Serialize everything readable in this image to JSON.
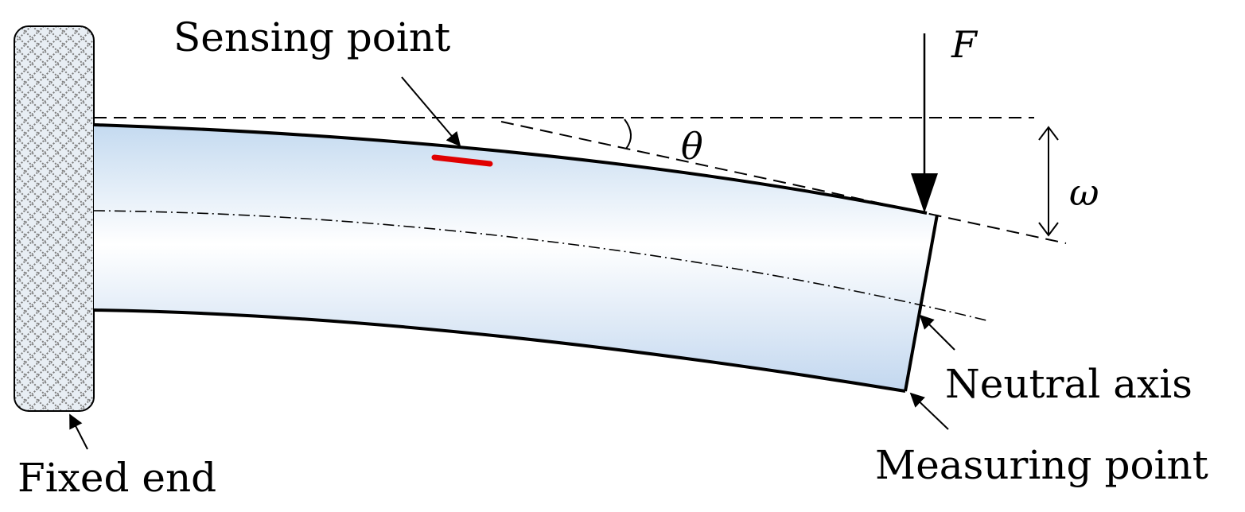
{
  "labels": {
    "sensing_point": "Sensing point",
    "fixed_end": "Fixed end",
    "neutral_axis": "Neutral axis",
    "measuring_point": "Measuring point"
  },
  "symbols": {
    "force": "F",
    "angle": "θ",
    "deflection": "ω"
  },
  "colors": {
    "sensor": "#e00000",
    "beam_top": "#c4daf0",
    "beam_mid": "#ffffff",
    "beam_bottom": "#c2d7ef",
    "wall_fill": "#e8eef4",
    "wall_hatch": "#7d7d7d"
  }
}
